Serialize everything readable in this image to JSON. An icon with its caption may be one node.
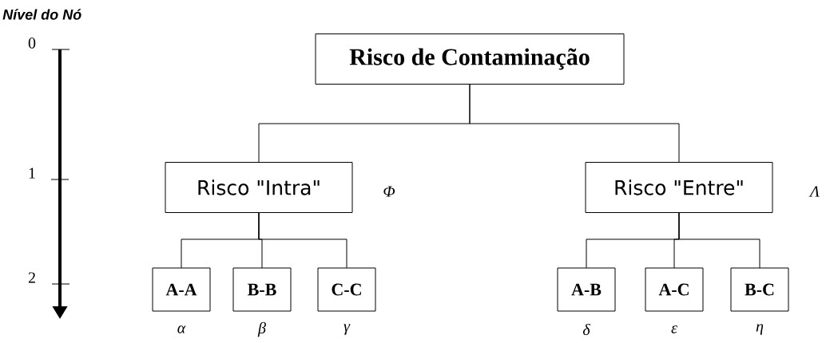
{
  "diagram": {
    "nodes": [
      {
        "text": [
          "Risco de Contaminação"
        ]
      },
      {
        "text": [
          "Risco \"Intra\""
        ],
        "beside": [
          "Φ"
        ]
      },
      {
        "text": [
          "Risco \"Entre\""
        ],
        "beside": [
          "Λ"
        ]
      },
      {
        "text": [
          "A-A"
        ],
        "beside": [
          "α"
        ]
      },
      {
        "text": [
          "B-B"
        ],
        "beside": [
          "β"
        ]
      },
      {
        "text": [
          "C-C"
        ],
        "beside": [
          "γ"
        ]
      },
      {
        "text": [
          "A-B"
        ],
        "beside": [
          "δ"
        ]
      },
      {
        "text": [
          "A-C"
        ],
        "beside": [
          "ε"
        ]
      },
      {
        "text": [
          "B-C"
        ],
        "beside": [
          "η"
        ]
      }
    ],
    "edges": [
      {
        "from": 0,
        "to": 1,
        "arrow": "none"
      },
      {
        "from": 0,
        "to": 2,
        "arrow": "none"
      },
      {
        "from": 1,
        "to": 3,
        "arrow": "none"
      },
      {
        "from": 1,
        "to": 4,
        "arrow": "none"
      },
      {
        "from": 1,
        "to": 5,
        "arrow": "none"
      },
      {
        "from": 2,
        "to": 6,
        "arrow": "none"
      },
      {
        "from": 2,
        "to": 7,
        "arrow": "none"
      },
      {
        "from": 2,
        "to": 8,
        "arrow": "none"
      }
    ],
    "labels": [
      "Nível do Nó",
      "0",
      "1",
      "2"
    ]
  }
}
